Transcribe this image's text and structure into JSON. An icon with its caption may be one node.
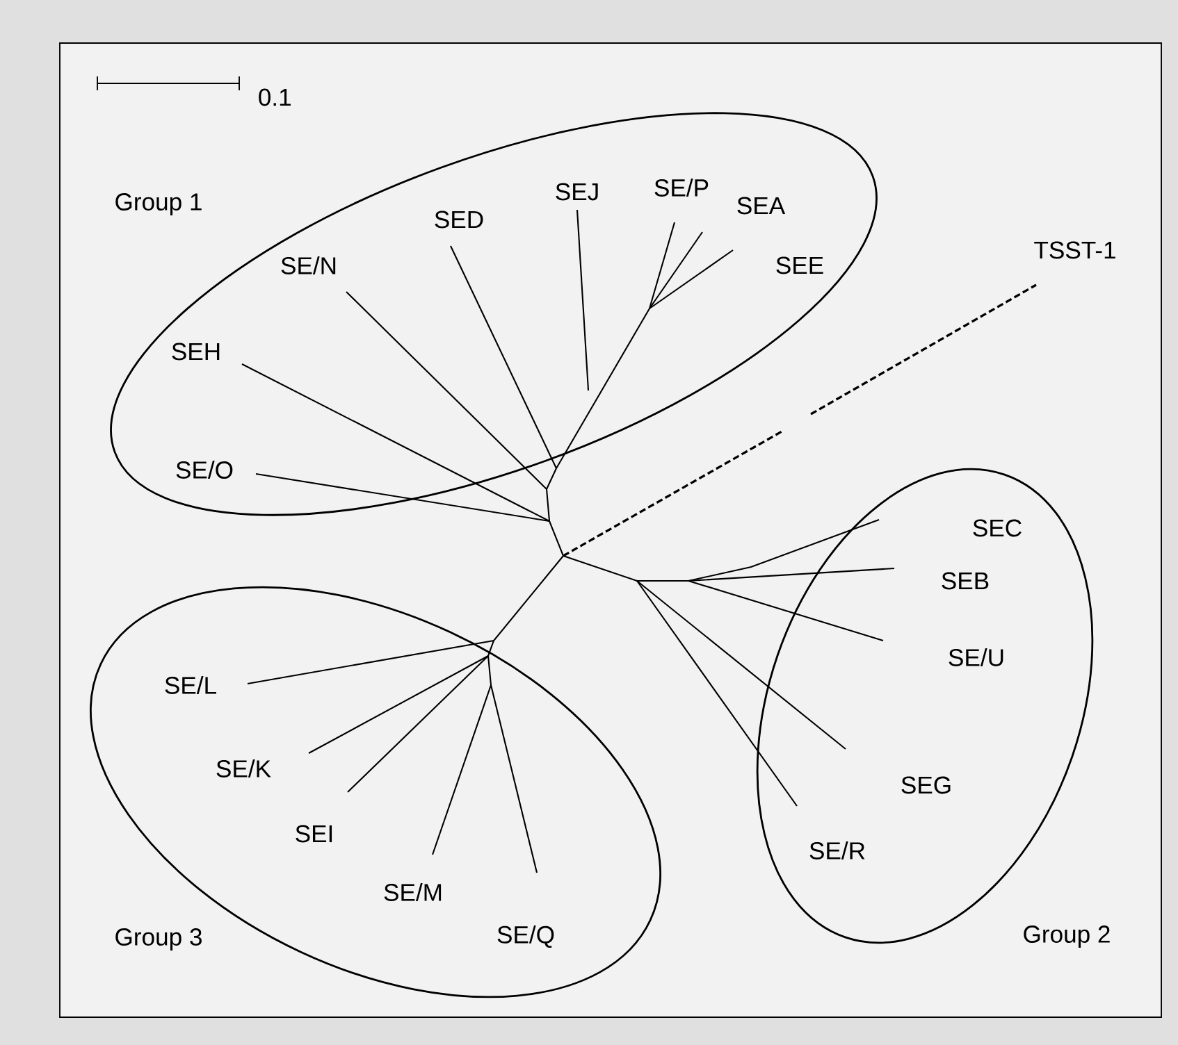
{
  "diagram": {
    "nodes": [
      {
        "text": [
          "Group 1"
        ]
      },
      {
        "text": [
          "Group 2"
        ]
      },
      {
        "text": [
          "Group 3"
        ]
      }
    ],
    "labels": [
      "0.1",
      "SED",
      "SEJ",
      "SE/P",
      "SEA",
      "SEE",
      "TSST-1",
      "SE/N",
      "SEH",
      "SE/O",
      "SEC",
      "SEB",
      "SE/U",
      "SE/L",
      "SE/K",
      "SEG",
      "SEI",
      "SE/R",
      "SE/M",
      "SE/Q"
    ]
  }
}
